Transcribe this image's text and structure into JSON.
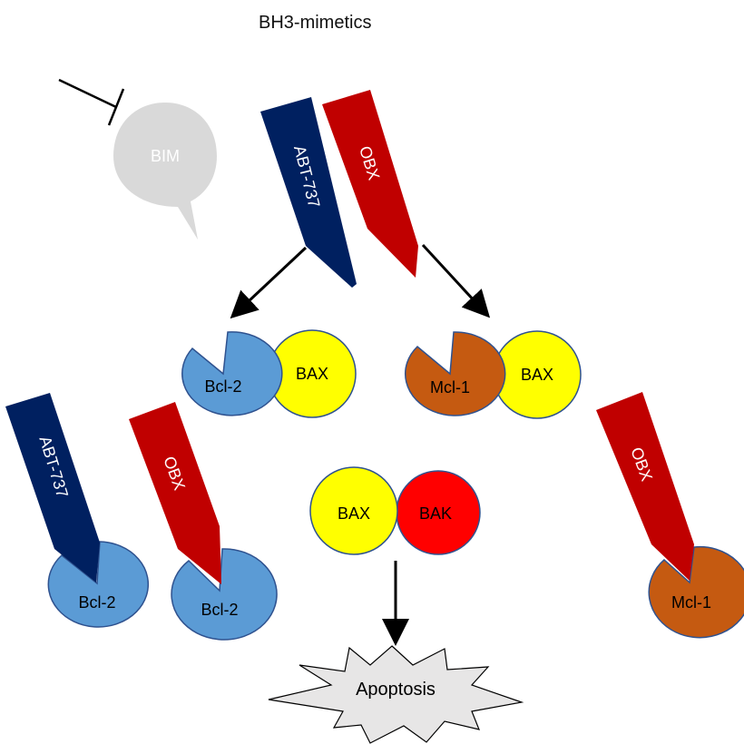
{
  "title": "BH3-mimetics",
  "drugs": {
    "abt": "ABT-737",
    "obx": "OBX"
  },
  "nodes": {
    "bim": "BIM",
    "bcl2": "Bcl-2",
    "mcl1": "Mcl-1",
    "bax": "BAX",
    "bak": "BAK",
    "apoptosis": "Apoptosis"
  },
  "colors": {
    "abt": "#002060",
    "obx": "#c00000",
    "bcl2": "#5b9bd5",
    "mcl1": "#c55a11",
    "bax": "#ffff00",
    "bak": "#ff0000",
    "bim": "#d9d9d9",
    "apoptosis": "#e7e6e6"
  }
}
